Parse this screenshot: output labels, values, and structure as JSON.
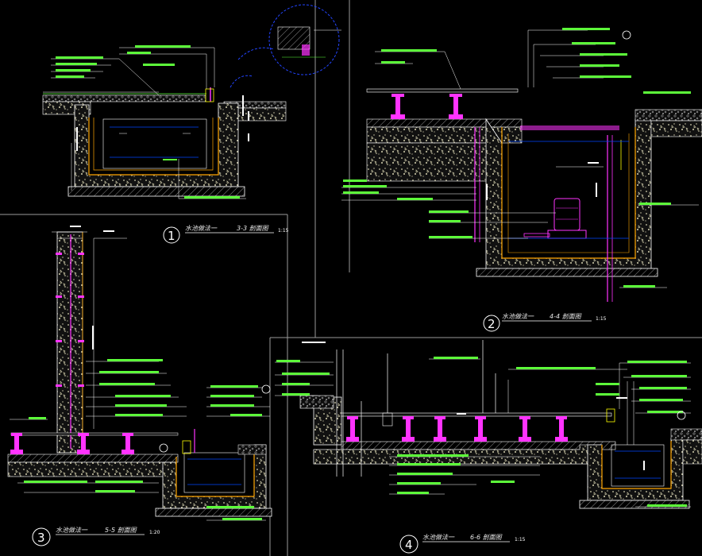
{
  "colors": {
    "background": "#000000",
    "frame": "#9a9a9a",
    "concrete_fill": "#d7d3b0",
    "concrete_edge": "#ffffff",
    "waterproof": "#ffa500",
    "pedestal": "#ff33ff",
    "leader": "#ffffff",
    "note": "#5dff3a",
    "accent": "#ffff00",
    "water": "#0044ff",
    "pipe": "#ff33ff"
  },
  "sections": [
    {
      "number": "1",
      "title": "水池做法一",
      "section": "3-3 剖面图",
      "scale": "1:15"
    },
    {
      "number": "2",
      "title": "水池做法一",
      "section": "4-4 剖面图",
      "scale": "1:15"
    },
    {
      "number": "3",
      "title": "水池做法一",
      "section": "5-5 剖面图",
      "scale": "1:20"
    },
    {
      "number": "4",
      "title": "水池做法一",
      "section": "6-6 剖面图",
      "scale": "1:15"
    }
  ],
  "icons": {
    "detail_callout": "detail-callout-circle-icon",
    "section_marker": "section-marker-circle-icon",
    "level_marker": "level-marker-triangle-icon"
  }
}
